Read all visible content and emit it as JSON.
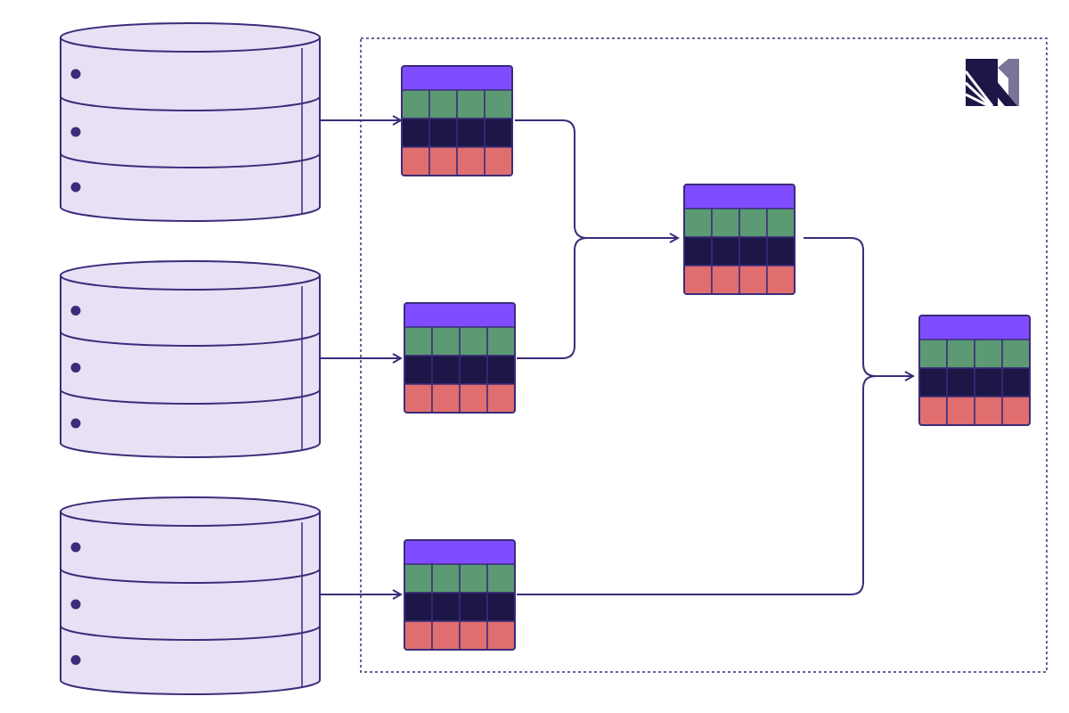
{
  "colors": {
    "background": "#ffffff",
    "outline": "#3b2c7a",
    "cylinder_fill": "#e8e0f4",
    "bullet": "#3b2c7a",
    "table_header": "#7f4dff",
    "table_row_1": "#5b9a72",
    "table_row_2": "#1c1747",
    "table_row_3": "#e06e6e",
    "logo_dark": "#1c1747",
    "logo_light": "#7a7499"
  },
  "icons": {
    "logo": "brand-logo-icon",
    "database": "database-cylinder-icon",
    "table": "table-grid-icon"
  },
  "databases": [
    {
      "segments": 3
    },
    {
      "segments": 3
    },
    {
      "segments": 3
    }
  ],
  "tables": [
    {
      "id": "source-table-1",
      "columns": 4,
      "rows": 3
    },
    {
      "id": "source-table-2",
      "columns": 4,
      "rows": 3
    },
    {
      "id": "source-table-3",
      "columns": 4,
      "rows": 3
    },
    {
      "id": "joined-table",
      "columns": 4,
      "rows": 3
    },
    {
      "id": "output-table",
      "columns": 4,
      "rows": 3
    }
  ]
}
